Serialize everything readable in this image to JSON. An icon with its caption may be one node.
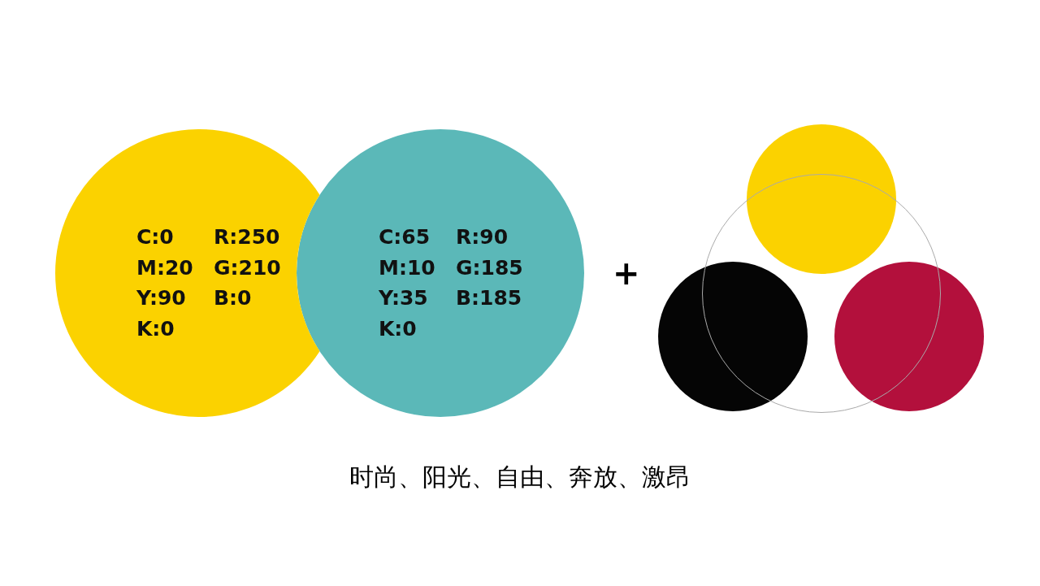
{
  "diagram": {
    "nodes": [
      {
        "text": [
          "C:0",
          "R:250",
          "M:20",
          "G:210",
          "Y:90",
          "B:0",
          "K:0"
        ]
      },
      {
        "text": [
          "C:65",
          "R:90",
          "M:10",
          "G:185",
          "Y:35",
          "B:185",
          "K:0"
        ]
      },
      {
        "text": [],
        "shape": "circle"
      },
      {
        "text": [],
        "shape": "circle"
      },
      {
        "text": [],
        "shape": "circle"
      },
      {
        "text": [],
        "shape": "circle"
      }
    ],
    "labels": [
      "+",
      "时尚、阳光、自由、奔放、激昂"
    ]
  }
}
